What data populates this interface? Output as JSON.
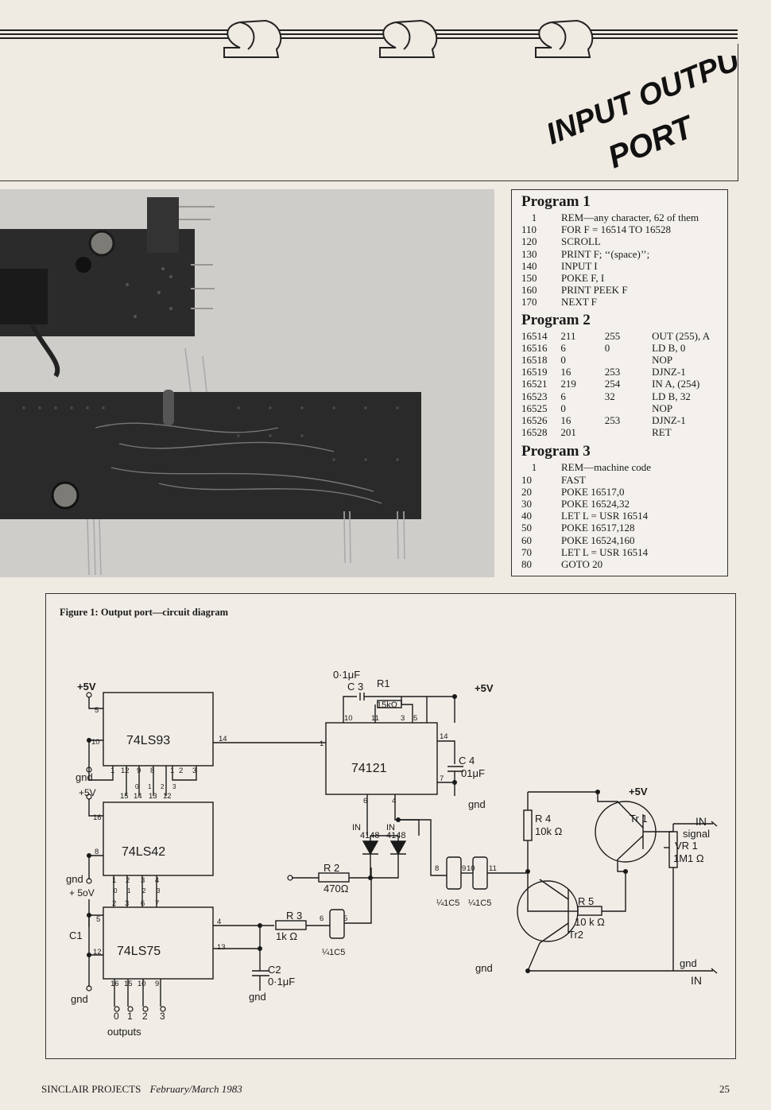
{
  "title": {
    "line1": "INPUT OUTPUT",
    "line2": "PORT"
  },
  "program1": {
    "heading": "Program 1",
    "lines": [
      {
        "n": "1",
        "code": "REM—any character, 62 of them"
      },
      {
        "n": "110",
        "code": "FOR F = 16514 TO 16528"
      },
      {
        "n": "120",
        "code": "SCROLL"
      },
      {
        "n": "130",
        "code": "PRINT F; ‘‘(space)’’;"
      },
      {
        "n": "140",
        "code": "INPUT I"
      },
      {
        "n": "150",
        "code": "POKE F, I"
      },
      {
        "n": "160",
        "code": "PRINT PEEK F"
      },
      {
        "n": "170",
        "code": "NEXT F"
      }
    ]
  },
  "program2": {
    "heading": "Program 2",
    "rows": [
      {
        "addr": "16514",
        "b1": "211",
        "b2": "255",
        "mn": "OUT (255), A"
      },
      {
        "addr": "16516",
        "b1": "6",
        "b2": "0",
        "mn": "LD B, 0"
      },
      {
        "addr": "16518",
        "b1": "0",
        "b2": "",
        "mn": "NOP"
      },
      {
        "addr": "16519",
        "b1": "16",
        "b2": "253",
        "mn": "DJNZ-1"
      },
      {
        "addr": "16521",
        "b1": "219",
        "b2": "254",
        "mn": "IN A, (254)"
      },
      {
        "addr": "16523",
        "b1": "6",
        "b2": "32",
        "mn": "LD B, 32"
      },
      {
        "addr": "16525",
        "b1": "0",
        "b2": "",
        "mn": "NOP"
      },
      {
        "addr": "16526",
        "b1": "16",
        "b2": "253",
        "mn": "DJNZ-1"
      },
      {
        "addr": "16528",
        "b1": "201",
        "b2": "",
        "mn": "RET"
      }
    ]
  },
  "program3": {
    "heading": "Program 3",
    "lines": [
      {
        "n": "1",
        "code": "REM—machine code"
      },
      {
        "n": "10",
        "code": "FAST"
      },
      {
        "n": "20",
        "code": "POKE 16517,0"
      },
      {
        "n": "30",
        "code": "POKE 16524,32"
      },
      {
        "n": "40",
        "code": "LET L = USR 16514"
      },
      {
        "n": "50",
        "code": "POKE 16517,128"
      },
      {
        "n": "60",
        "code": "POKE 16524,160"
      },
      {
        "n": "70",
        "code": "LET L = USR 16514"
      },
      {
        "n": "80",
        "code": "GOTO 20"
      }
    ]
  },
  "figure": {
    "caption": "Figure 1: Output port—circuit diagram",
    "labels": {
      "plus5v": "+5V",
      "gnd": "gnd",
      "plus5v_b": "+ 5oV",
      "ic1": "74LS93",
      "ic2": "74LS42",
      "ic3": "74LS75",
      "ic4": "74121",
      "c3_val": "0·1μF",
      "c3": "C 3",
      "r1": "R1",
      "r1_val": "15kΩ",
      "c4": "C 4",
      "c4_val": "01μF",
      "d_label": "IN",
      "d_val": "4148",
      "r2": "R 2",
      "r2_val": "470Ω",
      "r3": "R 3",
      "r3_val": "1k Ω",
      "c1": "C1",
      "c2": "C2",
      "c2_val": "0·1μF",
      "gate": "¼1C5",
      "r4": "R 4",
      "r4_val": "10k Ω",
      "r5": "R 5",
      "r5_val": "10 k Ω",
      "tr1": "Tr 1",
      "tr2": "Tr2",
      "vr1": "VR 1",
      "vr1_val": "1M1 Ω",
      "in": "IN",
      "signal": "signal",
      "outputs": "outputs",
      "out0": "0",
      "out1": "1",
      "out2": "2",
      "out3": "3"
    }
  },
  "footer": {
    "magazine": "SINCLAIR PROJECTS",
    "date": "February/March 1983",
    "page": "25"
  }
}
